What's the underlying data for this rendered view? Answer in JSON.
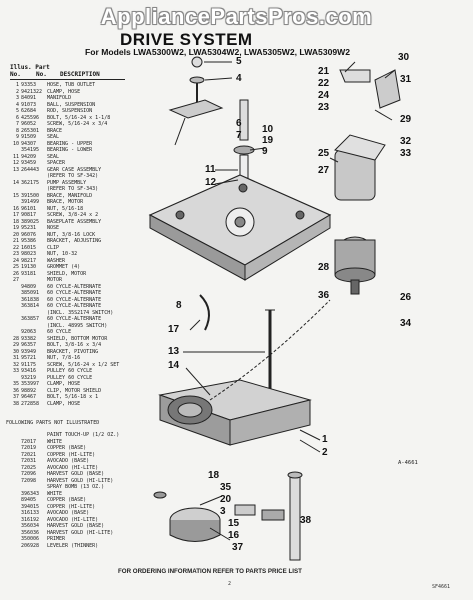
{
  "watermark": "AppliancePartsPros.com",
  "title": "DRIVE SYSTEM",
  "models": "For Models LWA5300W2, LWA5304W2, LWA5305W2, LWA5309W2",
  "header": {
    "illus": "Illus. Part",
    "no": "No.",
    "part_no": "No.",
    "description": "DESCRIPTION"
  },
  "parts": [
    {
      "n": "1",
      "p": "93353",
      "d": "HOSE, TUB OUTLET"
    },
    {
      "n": "2",
      "p": "9421322",
      "d": "CLAMP, HOSE"
    },
    {
      "n": "3",
      "p": "84091",
      "d": "MANIFOLD"
    },
    {
      "n": "4",
      "p": "91073",
      "d": "BALL, SUSPENSION"
    },
    {
      "n": "5",
      "p": "62684",
      "d": "ROD, SUSPENSION"
    },
    {
      "n": "6",
      "p": "425596",
      "d": "BOLT, 5/16-24 x 1-1/8"
    },
    {
      "n": "7",
      "p": "96052",
      "d": "SCREW, 5/16-24 x 3/4"
    },
    {
      "n": "8",
      "p": "265301",
      "d": "BRACE"
    },
    {
      "n": "9",
      "p": "91509",
      "d": "SEAL"
    },
    {
      "n": "10",
      "p": "94307",
      "d": "BEARING - UPPER"
    },
    {
      "n": "",
      "p": "354195",
      "d": "BEARING - LOWER"
    },
    {
      "n": "11",
      "p": "94209",
      "d": "SEAL"
    },
    {
      "n": "12",
      "p": "93459",
      "d": "SPACER"
    },
    {
      "n": "13",
      "p": "264443",
      "d": "GEAR CASE ASSEMBLY"
    },
    {
      "n": "",
      "p": "",
      "d": "(REFER TO SF-342)"
    },
    {
      "n": "14",
      "p": "362175",
      "d": "PUMP ASSEMBLY"
    },
    {
      "n": "",
      "p": "",
      "d": "(REFER TO SF-343)"
    },
    {
      "n": "15",
      "p": "391500",
      "d": "BRACE, MANIFOLD"
    },
    {
      "n": "",
      "p": "391499",
      "d": "BRACE, MOTOR"
    },
    {
      "n": "16",
      "p": "96101",
      "d": "NUT, 5/16-18"
    },
    {
      "n": "17",
      "p": "90817",
      "d": "SCREW, 3/8-24 x 2"
    },
    {
      "n": "18",
      "p": "389025",
      "d": "BASEPLATE ASSEMBLY"
    },
    {
      "n": "19",
      "p": "95231",
      "d": "NOSE"
    },
    {
      "n": "20",
      "p": "96076",
      "d": "NUT, 3/8-16 LOCK"
    },
    {
      "n": "21",
      "p": "95386",
      "d": "BRACKET, ADJUSTING"
    },
    {
      "n": "22",
      "p": "16015",
      "d": "CLIP"
    },
    {
      "n": "23",
      "p": "98023",
      "d": "NUT, 10-32"
    },
    {
      "n": "24",
      "p": "98217",
      "d": "WASHER"
    },
    {
      "n": "25",
      "p": "19130",
      "d": "GROMMET (4)"
    },
    {
      "n": "26",
      "p": "93181",
      "d": "SHIELD, MOTOR"
    },
    {
      "n": "27",
      "p": "",
      "d": "MOTOR"
    },
    {
      "n": "",
      "p": "94809",
      "d": "60 CYCLE-ALTERNATE"
    },
    {
      "n": "",
      "p": "385091",
      "d": "60 CYCLE-ALTERNATE"
    },
    {
      "n": "",
      "p": "361838",
      "d": "60 CYCLE-ALTERNATE"
    },
    {
      "n": "",
      "p": "363814",
      "d": "60 CYCLE-ALTERNATE"
    },
    {
      "n": "",
      "p": "",
      "d": "(INCL. 35S2174 SWITCH)"
    },
    {
      "n": "",
      "p": "363857",
      "d": "60 CYCLE-ALTERNATE"
    },
    {
      "n": "",
      "p": "",
      "d": "(INCL. 48995 SWITCH)"
    },
    {
      "n": "",
      "p": "92063",
      "d": "60 CYCLE"
    },
    {
      "n": "28",
      "p": "93382",
      "d": "SHIELD, BOTTOM MOTOR"
    },
    {
      "n": "29",
      "p": "96357",
      "d": "BOLT, 3/8-16 x 3/4"
    },
    {
      "n": "30",
      "p": "93949",
      "d": "BRACKET, PIVOTING"
    },
    {
      "n": "31",
      "p": "95721",
      "d": "NUT, 7/8-16"
    },
    {
      "n": "32",
      "p": "91175",
      "d": "SCREW, 5/16-24 x 1/2 SET"
    },
    {
      "n": "33",
      "p": "93416",
      "d": "PULLEY 60 CYCLE"
    },
    {
      "n": "",
      "p": "93219",
      "d": "PULLEY 60 CYCLE"
    },
    {
      "n": "35",
      "p": "353997",
      "d": "CLAMP, HOSE"
    },
    {
      "n": "36",
      "p": "98892",
      "d": "CLIP, MOTOR SHIELD"
    },
    {
      "n": "37",
      "p": "96467",
      "d": "BOLT, 5/16-18 x 1"
    },
    {
      "n": "38",
      "p": "272858",
      "d": "CLAMP, HOSE"
    }
  ],
  "note": "FOLLOWING PARTS NOT ILLUSTRATED",
  "parts2": [
    {
      "n": "",
      "p": "",
      "d": "PAINT TOUCH-UP (1/2 OZ.)"
    },
    {
      "n": "",
      "p": "72017",
      "d": "WHITE"
    },
    {
      "n": "",
      "p": "72019",
      "d": "COPPER (BASE)"
    },
    {
      "n": "",
      "p": "72021",
      "d": "COPPER (HI-LITE)"
    },
    {
      "n": "",
      "p": "72031",
      "d": "AVOCADO (BASE)"
    },
    {
      "n": "",
      "p": "72025",
      "d": "AVOCADO (HI-LITE)"
    },
    {
      "n": "",
      "p": "72096",
      "d": "HARVEST GOLD (BASE)"
    },
    {
      "n": "",
      "p": "72098",
      "d": "HARVEST GOLD (HI-LITE)"
    },
    {
      "n": "",
      "p": "",
      "d": "SPRAY BOMB (13 OZ.)"
    },
    {
      "n": "",
      "p": "396343",
      "d": "WHITE"
    },
    {
      "n": "",
      "p": "89405",
      "d": "COPPER (BASE)"
    },
    {
      "n": "",
      "p": "394015",
      "d": "COPPER (HI-LITE)"
    },
    {
      "n": "",
      "p": "316133",
      "d": "AVOCADO (BASE)"
    },
    {
      "n": "",
      "p": "316192",
      "d": "AVOCADO (HI-LITE)"
    },
    {
      "n": "",
      "p": "356034",
      "d": "HARVEST GOLD (BASE)"
    },
    {
      "n": "",
      "p": "356036",
      "d": "HARVEST GOLD (HI-LITE)"
    },
    {
      "n": "",
      "p": "350006",
      "d": "PRIMER"
    },
    {
      "n": "",
      "p": "206928",
      "d": "LEVELER (THINNER)"
    }
  ],
  "figure_ref": "A-4661",
  "footer": "FOR ORDERING INFORMATION REFER TO PARTS PRICE LIST",
  "page_no": "2",
  "doc_code": "SF4661",
  "callouts": {
    "c1": "1",
    "c2": "2",
    "c3": "3",
    "c4": "4",
    "c5": "5",
    "c6": "6",
    "c7": "7",
    "c8": "8",
    "c9": "9",
    "c10": "10",
    "c11": "11",
    "c12": "12",
    "c13": "13",
    "c14": "14",
    "c15": "15",
    "c16": "16",
    "c17": "17",
    "c18": "18",
    "c19": "19",
    "c20": "20",
    "c21": "21",
    "c22": "22",
    "c23": "23",
    "c24": "24",
    "c25": "25",
    "c26": "26",
    "c27": "27",
    "c28": "28",
    "c29": "29",
    "c30": "30",
    "c31": "31",
    "c32": "32",
    "c33": "33",
    "c34": "34",
    "c35": "35",
    "c36": "36",
    "c37": "37",
    "c38": "38"
  }
}
